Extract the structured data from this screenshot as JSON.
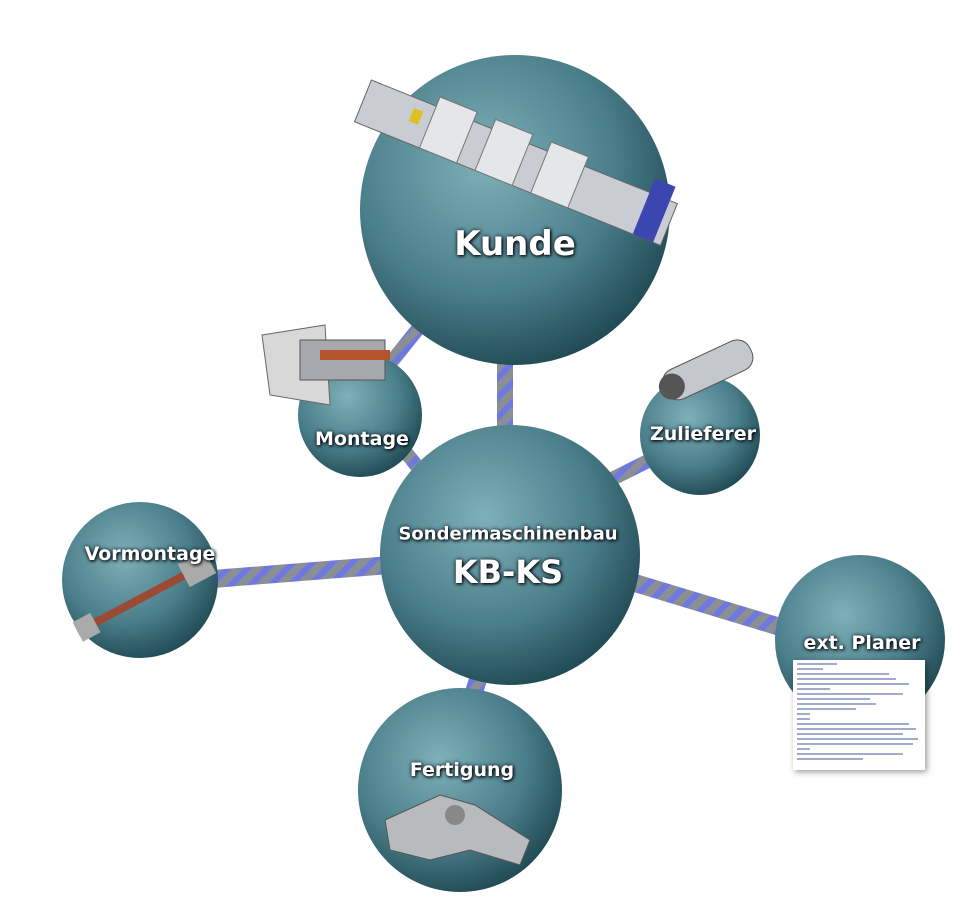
{
  "center": {
    "line1": "Sondermaschinenbau",
    "line2": "KB-KS"
  },
  "nodes": {
    "kunde": "Kunde",
    "montage": "Montage",
    "zulieferer": "Zulieferer",
    "vormontage": "Vormontage",
    "ext_planer": "ext. Planer",
    "fertigung": "Fertigung"
  },
  "colors": {
    "sphere": "#4f8490",
    "sphere_dark": "#1f4a55",
    "tube_stripe": "#6f78e0"
  }
}
